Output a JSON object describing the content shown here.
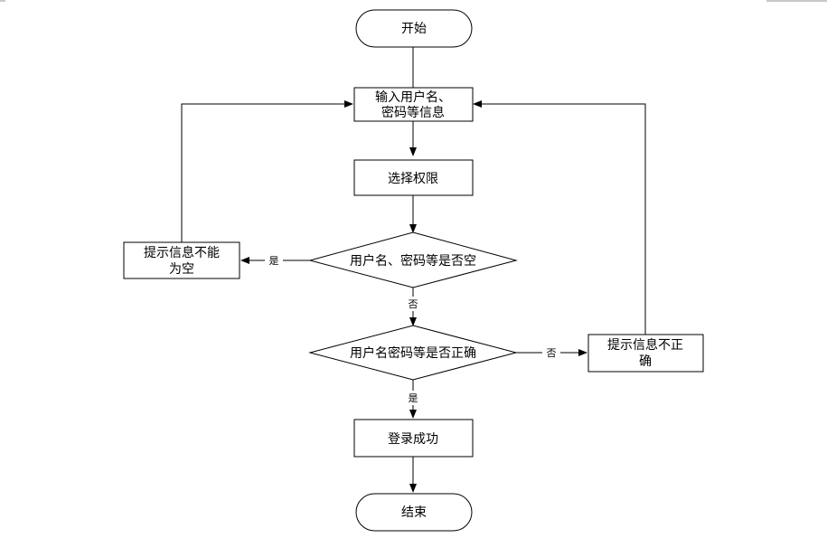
{
  "nodes": {
    "start": {
      "label": "开始"
    },
    "input": {
      "line1": "输入用户名、",
      "line2": "密码等信息"
    },
    "select_role": {
      "label": "选择权限"
    },
    "check_empty": {
      "label": "用户名、密码等是否空"
    },
    "prompt_empty": {
      "line1": "提示信息不能",
      "line2": "为空"
    },
    "check_correct": {
      "label": "用户名密码等是否正确"
    },
    "prompt_incorrect": {
      "line1": "提示信息不正",
      "line2": "确"
    },
    "login_success": {
      "label": "登录成功"
    },
    "end": {
      "label": "结束"
    }
  },
  "edges": {
    "empty_yes": "是",
    "empty_no": "否",
    "correct_no": "否",
    "correct_yes": "是"
  }
}
